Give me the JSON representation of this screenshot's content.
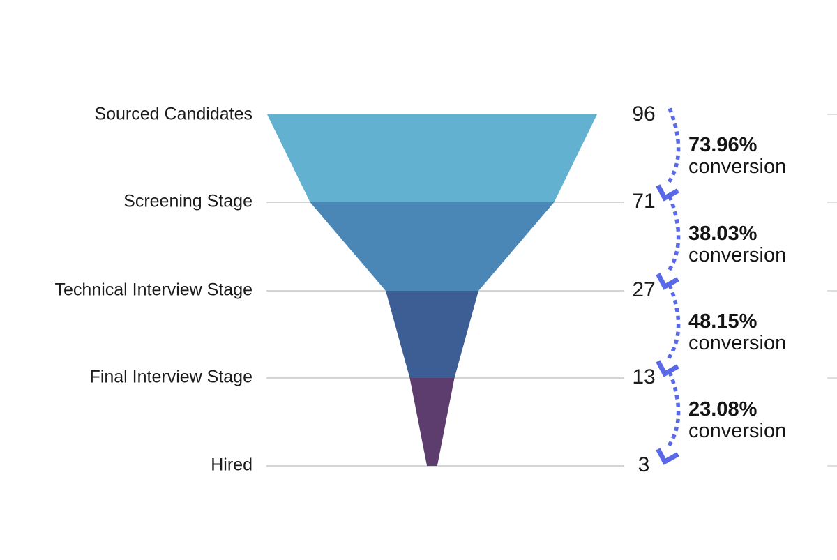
{
  "chart_data": {
    "type": "funnel",
    "title": "",
    "stages": [
      {
        "label": "Sourced Candidates",
        "value": 96
      },
      {
        "label": "Screening Stage",
        "value": 71
      },
      {
        "label": "Technical Interview Stage",
        "value": 27
      },
      {
        "label": "Final Interview Stage",
        "value": 13
      },
      {
        "label": "Hired",
        "value": 3
      }
    ],
    "band_colors": [
      "#63b1d0",
      "#4a87b7",
      "#3d5e95",
      "#5c3d6e"
    ],
    "conversions": [
      {
        "percent": "73.96%",
        "label": "conversion"
      },
      {
        "percent": "38.03%",
        "label": "conversion"
      },
      {
        "percent": "48.15%",
        "label": "conversion"
      },
      {
        "percent": "23.08%",
        "label": "conversion"
      }
    ],
    "colors": {
      "arrow": "#5a69e8",
      "gridline": "#c7c7c7",
      "edge_stub": "#dedede",
      "text": "#1b1b1b",
      "background": "#ffffff"
    },
    "layout_hints": {
      "orientation": "vertical-funnel",
      "stage_labels": "left, right-aligned",
      "values": "right of funnel",
      "conversion_annotations": "far right with dotted curved arrows",
      "gridlines": "horizontal, levels 2-5 only"
    }
  }
}
